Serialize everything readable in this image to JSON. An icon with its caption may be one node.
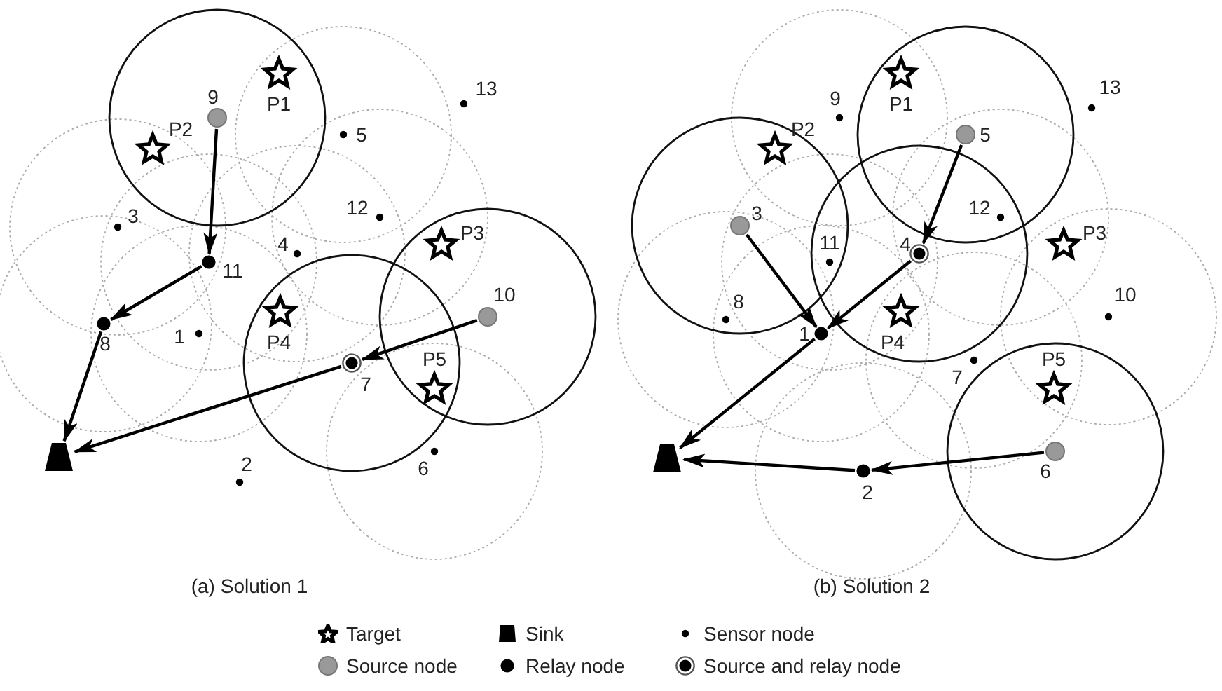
{
  "diagram": {
    "nodes": [
      {
        "text": [],
        "shape": "circle",
        "beside": [
          "1"
        ]
      },
      {
        "text": [],
        "shape": "circle",
        "beside": [
          "2"
        ]
      },
      {
        "text": [],
        "shape": "circle",
        "beside": [
          "3"
        ]
      },
      {
        "text": [],
        "shape": "circle",
        "beside": [
          "4"
        ]
      },
      {
        "text": [],
        "shape": "circle",
        "beside": [
          "5"
        ]
      },
      {
        "text": [],
        "shape": "circle",
        "beside": [
          "6"
        ]
      },
      {
        "text": [],
        "shape": "circle",
        "beside": [
          "7"
        ]
      },
      {
        "text": [],
        "shape": "circle",
        "beside": [
          "8"
        ]
      },
      {
        "text": [],
        "shape": "circle",
        "beside": [
          "9"
        ]
      },
      {
        "text": [],
        "shape": "circle",
        "beside": [
          "10"
        ]
      },
      {
        "text": [],
        "shape": "circle",
        "beside": [
          "11"
        ]
      },
      {
        "text": [],
        "shape": "circle",
        "beside": [
          "12"
        ]
      },
      {
        "text": [],
        "shape": "circle",
        "beside": [
          "13"
        ]
      },
      {
        "text": [],
        "shape": "star",
        "beside": [
          "P1"
        ]
      },
      {
        "text": [],
        "shape": "star",
        "beside": [
          "P2"
        ]
      },
      {
        "text": [],
        "shape": "star",
        "beside": [
          "P3"
        ]
      },
      {
        "text": [],
        "shape": "star",
        "beside": [
          "P4"
        ]
      },
      {
        "text": [],
        "shape": "star",
        "beside": [
          "P5"
        ]
      },
      {
        "text": [],
        "shape": "trapezoid"
      },
      {
        "text": [],
        "shape": "circle",
        "beside": [
          "1"
        ]
      },
      {
        "text": [],
        "shape": "circle",
        "beside": [
          "2"
        ]
      },
      {
        "text": [],
        "shape": "circle",
        "beside": [
          "3"
        ]
      },
      {
        "text": [],
        "shape": "circle",
        "beside": [
          "4"
        ]
      },
      {
        "text": [],
        "shape": "circle",
        "beside": [
          "5"
        ]
      },
      {
        "text": [],
        "shape": "circle",
        "beside": [
          "6"
        ]
      },
      {
        "text": [],
        "shape": "circle",
        "beside": [
          "7"
        ]
      },
      {
        "text": [],
        "shape": "circle",
        "beside": [
          "8"
        ]
      },
      {
        "text": [],
        "shape": "circle",
        "beside": [
          "9"
        ]
      },
      {
        "text": [],
        "shape": "circle",
        "beside": [
          "10"
        ]
      },
      {
        "text": [],
        "shape": "circle",
        "beside": [
          "11"
        ]
      },
      {
        "text": [],
        "shape": "circle",
        "beside": [
          "12"
        ]
      },
      {
        "text": [],
        "shape": "circle",
        "beside": [
          "13"
        ]
      },
      {
        "text": [],
        "shape": "star",
        "beside": [
          "P1"
        ]
      },
      {
        "text": [],
        "shape": "star",
        "beside": [
          "P2"
        ]
      },
      {
        "text": [],
        "shape": "star",
        "beside": [
          "P3"
        ]
      },
      {
        "text": [],
        "shape": "star",
        "beside": [
          "P4"
        ]
      },
      {
        "text": [],
        "shape": "star",
        "beside": [
          "P5"
        ]
      },
      {
        "text": [],
        "shape": "trapezoid"
      }
    ],
    "edges": [
      {
        "from": 8,
        "to": 10,
        "arrow": "to"
      },
      {
        "from": 10,
        "to": 7,
        "arrow": "to"
      },
      {
        "from": 7,
        "to": 18,
        "arrow": "to"
      },
      {
        "from": 9,
        "to": 6,
        "arrow": "to"
      },
      {
        "from": 6,
        "to": 18,
        "arrow": "to"
      },
      {
        "from": 23,
        "to": 22,
        "arrow": "to"
      },
      {
        "from": 21,
        "to": 19,
        "arrow": "to"
      },
      {
        "from": 22,
        "to": 19,
        "arrow": "to"
      },
      {
        "from": 19,
        "to": 37,
        "arrow": "to"
      },
      {
        "from": 24,
        "to": 20,
        "arrow": "to"
      },
      {
        "from": 20,
        "to": 37,
        "arrow": "to"
      }
    ],
    "labels": [
      "(a) Solution 1",
      "(b) Solution 2"
    ],
    "legend": [
      {
        "text": "Target"
      },
      {
        "text": "Sink"
      },
      {
        "text": "Sensor node"
      },
      {
        "text": "Source node"
      },
      {
        "text": "Relay node"
      },
      {
        "text": "Source and relay node"
      }
    ]
  }
}
